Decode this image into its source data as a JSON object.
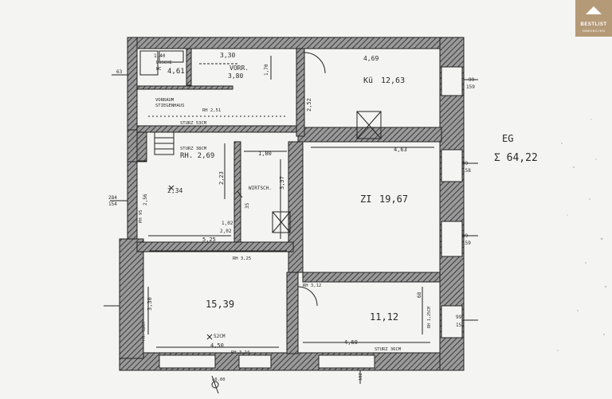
{
  "floor": {
    "label": "EG",
    "total": "Σ 64,22"
  },
  "logo": {
    "name": "BESTLIST",
    "sub": "IMMOBILIEN"
  },
  "rooms": {
    "dusche": {
      "lines": [
        "1.40",
        "DUSCHE",
        "WC"
      ],
      "area": "4,61"
    },
    "vorraum": {
      "width": "3,30",
      "label": "VORR.",
      "area": "3,80"
    },
    "stiegenhaus": {
      "line1": "VORRAUM",
      "line2": "STIEGENHAUS",
      "rh": "RH 2,51"
    },
    "kueche": {
      "width": "4,69",
      "label": "Kü",
      "area": "12,63"
    },
    "zimmer_small": {
      "rh": "RH. 2,69",
      "area": "2,34",
      "height": "2,23",
      "width": "5,25",
      "sturz": "STURZ 38CM"
    },
    "wirtschaft": {
      "label": "WIRTSCH.",
      "width": "1,80",
      "height": "3,37"
    },
    "zimmer_large": {
      "label": "ZI",
      "area": "19,67",
      "width": "4,63"
    },
    "room_bottom_left": {
      "area": "15,39",
      "width": "4,50",
      "height": "3,30",
      "rh": "RH 3,25",
      "sturz": "52CM"
    },
    "room_bottom_right": {
      "area": "11,12",
      "width": "4,60",
      "sturz": "STURZ 36CM",
      "rh": "RH 3,12"
    }
  },
  "dims": {
    "d170": "1,70",
    "d252": "2,52",
    "d102": "1,02",
    "d202": "2,02",
    "d256": "2,56",
    "d35": "35",
    "d68": "68",
    "d99a": "99",
    "d159a": "159",
    "d99b": "99",
    "d158": "158",
    "d99c": "99",
    "d159b": "159",
    "d99d": "99",
    "d159c": "159",
    "d284": "284",
    "d154": "154",
    "d63": "63",
    "d000": "±0.00",
    "d182": "182",
    "sturz53": "STURZ 53CM",
    "ph95": "PH 95",
    "rh324": "RH 3,24",
    "fh82": "FH. 82CM",
    "rh125": "RH 1,25CM"
  }
}
